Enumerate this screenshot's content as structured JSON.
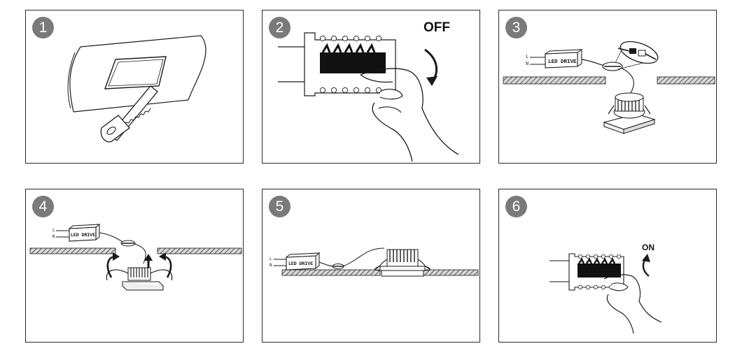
{
  "steps": [
    {
      "number": "1"
    },
    {
      "number": "2",
      "label": "OFF"
    },
    {
      "number": "3",
      "driver_label": "LED DRIVE",
      "wire_l": "L",
      "wire_n": "N"
    },
    {
      "number": "4",
      "driver_label": "LED DRIVE",
      "wire_l": "L",
      "wire_n": "N"
    },
    {
      "number": "5",
      "driver_label": "LED DRIVE",
      "wire_l": "L",
      "wire_n": "N"
    },
    {
      "number": "6",
      "label": "ON"
    }
  ],
  "colors": {
    "badge": "#7a7a7a",
    "line": "#1a1a1a",
    "hatch": "#555555"
  }
}
